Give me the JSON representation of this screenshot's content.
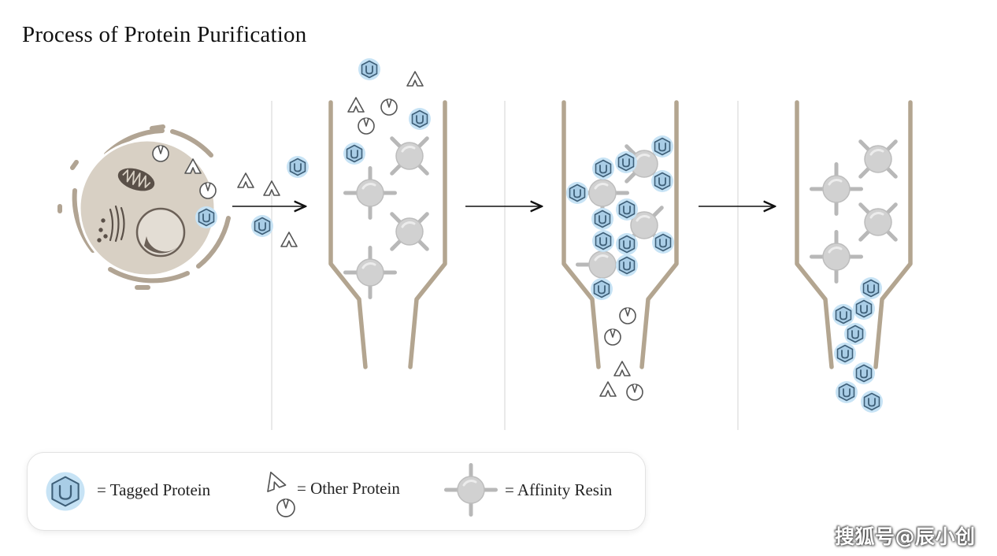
{
  "title": "Process of Protein Purification",
  "legend": {
    "tagged": "= Tagged Protein",
    "other": "= Other Protein",
    "resin": "= Affinity Resin"
  },
  "watermark": "搜狐号@辰小创",
  "colors": {
    "column": "#b3a590",
    "cell_fill": "#d8d0c4",
    "cell_membrane": "#b1a493",
    "tagged_fill": "#a9cde6",
    "tagged_halo": "#c7e3f5",
    "tagged_stroke": "#3e5f78",
    "resin_fill": "#d1d1d1",
    "resin_arm": "#b8b8b8",
    "divider": "#e2e2e2",
    "arrow": "#111111"
  }
}
